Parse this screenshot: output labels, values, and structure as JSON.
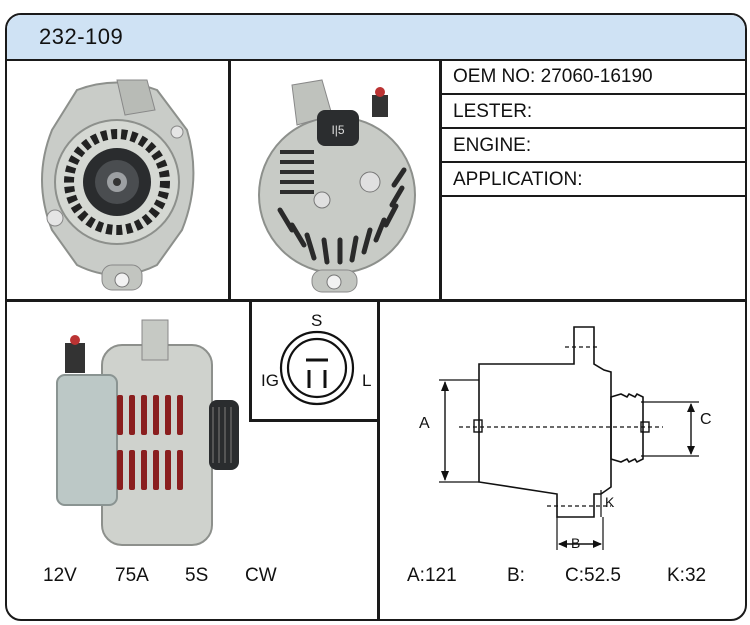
{
  "header": {
    "title": "232-109"
  },
  "info": {
    "oem_label": "OEM NO:",
    "oem_value": "27060-16190",
    "lester_label": "LESTER:",
    "lester_value": "",
    "engine_label": "ENGINE:",
    "engine_value": "",
    "application_label": "APPLICATION:",
    "application_value": ""
  },
  "connector": {
    "s": "S",
    "ig": "IG",
    "l": "L"
  },
  "specs": {
    "voltage": "12V",
    "amperage": "75A",
    "pulley": "5S",
    "rotation": "CW"
  },
  "dimensions": {
    "a_mark": "A",
    "b_mark": "B",
    "c_mark": "C",
    "k_mark": "K",
    "a_text": "A:121",
    "b_text": "B:",
    "c_text": "C:52.5",
    "k_text": "K:32"
  }
}
